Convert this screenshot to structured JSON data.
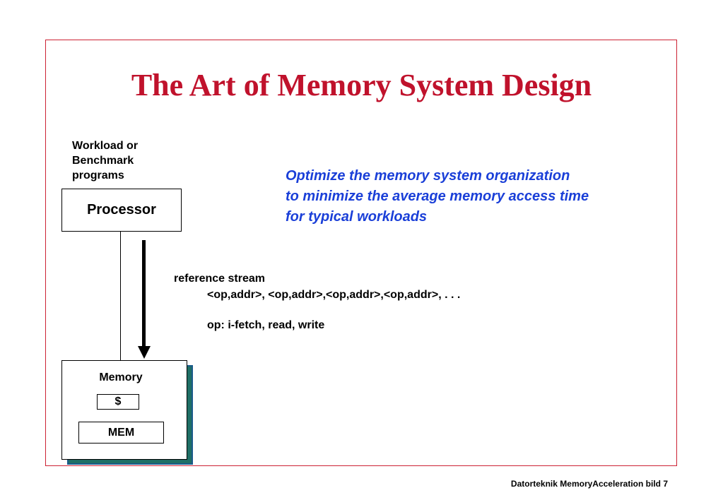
{
  "slide": {
    "title": "The Art of Memory System Design",
    "workload_label": "Workload or\nBenchmark\nprograms",
    "goal_text": "Optimize the memory system organization\nto minimize the average memory access time\nfor typical workloads",
    "processor_label": "Processor",
    "reference_stream_label": "reference stream",
    "reference_stream_example": "<op,addr>, <op,addr>,<op,addr>,<op,addr>, . . .",
    "op_definition": "op: i-fetch, read, write",
    "memory_label": "Memory",
    "cache_label": "$",
    "mem_label": "MEM",
    "footer": "Datorteknik MemoryAcceleration bild 7"
  },
  "colors": {
    "title": "#c0122c",
    "frame_border": "#cc2233",
    "goal_text": "#1a3fd8",
    "memory_shadow": "#1f6f66"
  }
}
